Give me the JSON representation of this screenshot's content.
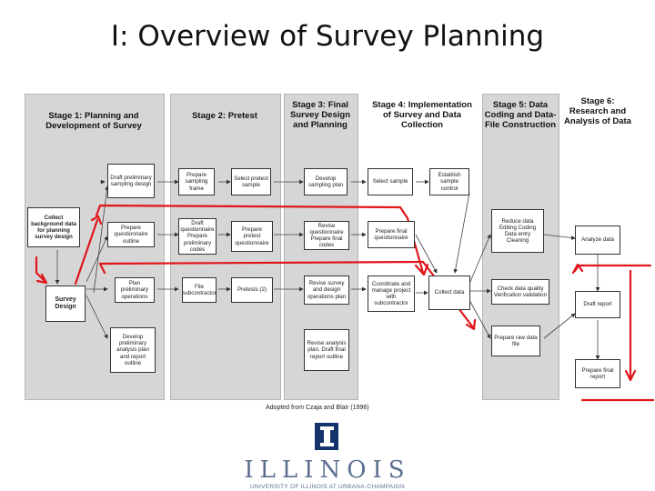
{
  "title": "I: Overview of Survey Planning",
  "stages": {
    "s1": "Stage 1: Planning and Development of Survey",
    "s2": "Stage 2: Pretest",
    "s3": "Stage 3: Final Survey Design and Planning",
    "s4": "Stage 4: Implementation of Survey and Data Collection",
    "s5": "Stage 5: Data Coding and Data-File Construction",
    "s6": "Stage 6: Research and Analysis of Data"
  },
  "boxes": {
    "draft_sampling": "Draft preliminary sampling design",
    "collect_bg": "Collect background data for planning survey design",
    "prepare_q": "Prepare questionnaire outline",
    "survey_design": "Survey Design",
    "plan_prelim": "Plan preliminary operations",
    "develop_analysis": "Develop preliminary analysis plan and report outline",
    "prepare_frame": "Prepare sampling frame",
    "draft_q": "Draft questionnaire Prepare preliminary codes",
    "file_sub": "File subcontractor",
    "select_pretest": "Select pretest sample",
    "prepare_pretest": "Prepare pretest questionnaire",
    "pretests": "Pretests (2)",
    "develop_plan": "Develop sampling plan",
    "revise_q": "Revise questionnaire Prepare final codes",
    "revise_survey": "Revise survey and design operations plan",
    "revise_analysis": "Revise analysis plan. Draft final report outline",
    "select_sample": "Select sample",
    "prepare_final_q": "Prepare final questionnaire",
    "coordinate": "Coordinate and manage project with subcontractor",
    "establish": "Establish sample control",
    "collect_data": "Collect data",
    "reduce": "Reduce data Editing Coding Data entry Cleaning",
    "check": "Check data quality Verification validation",
    "prepare_raw": "Prepare raw data file",
    "analyze": "Analyze data",
    "draft_report": "Draft report",
    "final_report": "Prepare final report"
  },
  "credit": "Adopted from Czaja and Blair (1996)",
  "logo": {
    "word": "ILLINOIS",
    "sub": "UNIVERSITY OF ILLINOIS AT URBANA-CHAMPAIGN"
  },
  "colors": {
    "panel": "#d6d6d6",
    "annotation": "#e0161b",
    "logo": "#14336a"
  }
}
